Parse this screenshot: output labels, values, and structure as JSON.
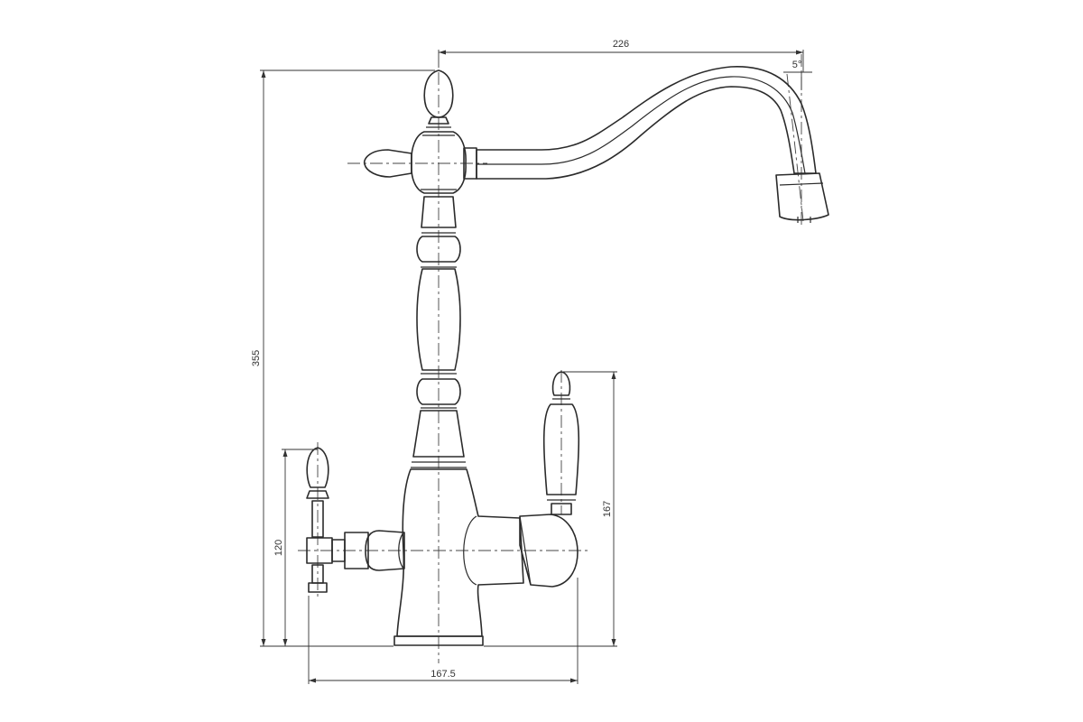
{
  "dimensions": {
    "spout_reach": "226",
    "spout_angle": "5°",
    "total_height": "355",
    "left_handle_height": "120",
    "right_handle_height": "167",
    "base_width": "167.5"
  },
  "colors": {
    "line": "#2b2b2b",
    "background": "#ffffff"
  }
}
